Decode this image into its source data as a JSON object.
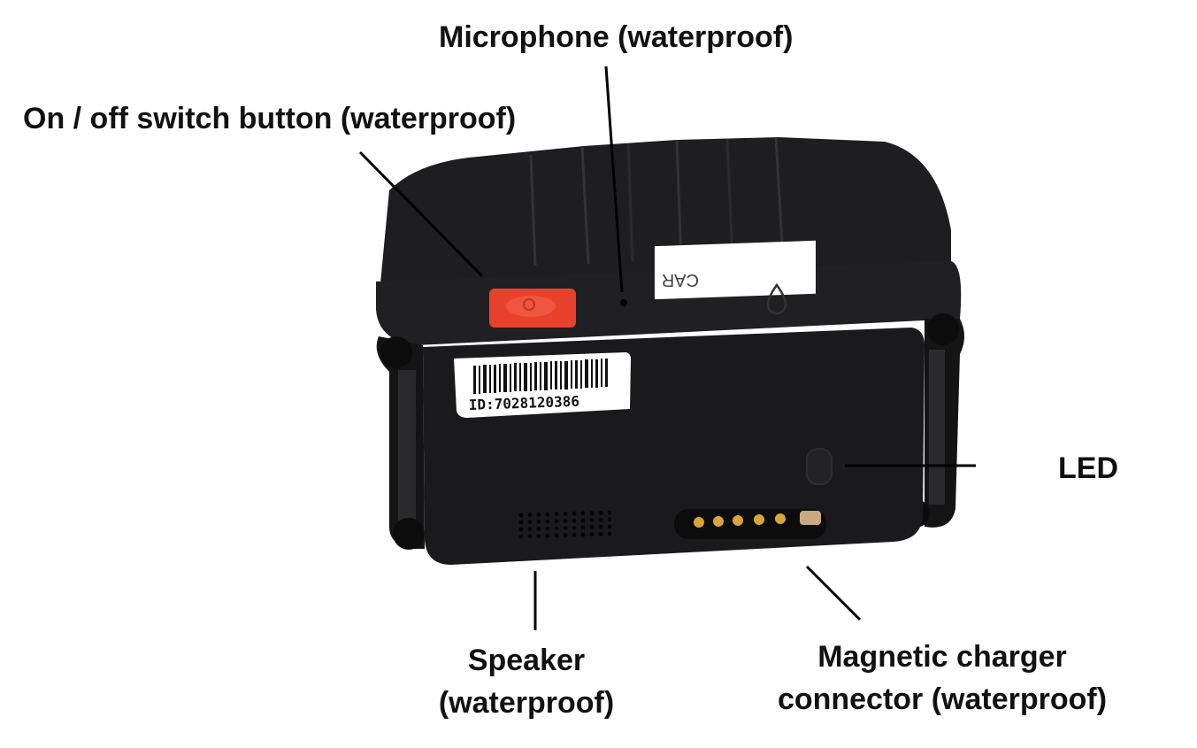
{
  "labels": {
    "microphone": "Microphone (waterproof)",
    "switch": "On / off switch button (waterproof)",
    "led": "LED",
    "speaker_line1": "Speaker",
    "speaker_line2": "(waterproof)",
    "charger_line1": "Magnetic charger",
    "charger_line2": "connector  (waterproof)"
  },
  "device": {
    "barcode_id": "ID:7028120386",
    "sticker_text": "CAR",
    "colors": {
      "body": "#1c1c1e",
      "body_dark": "#0f0f10",
      "button": "#e8412c",
      "pins": "#d9a53a",
      "sticker": "#ffffff"
    }
  }
}
